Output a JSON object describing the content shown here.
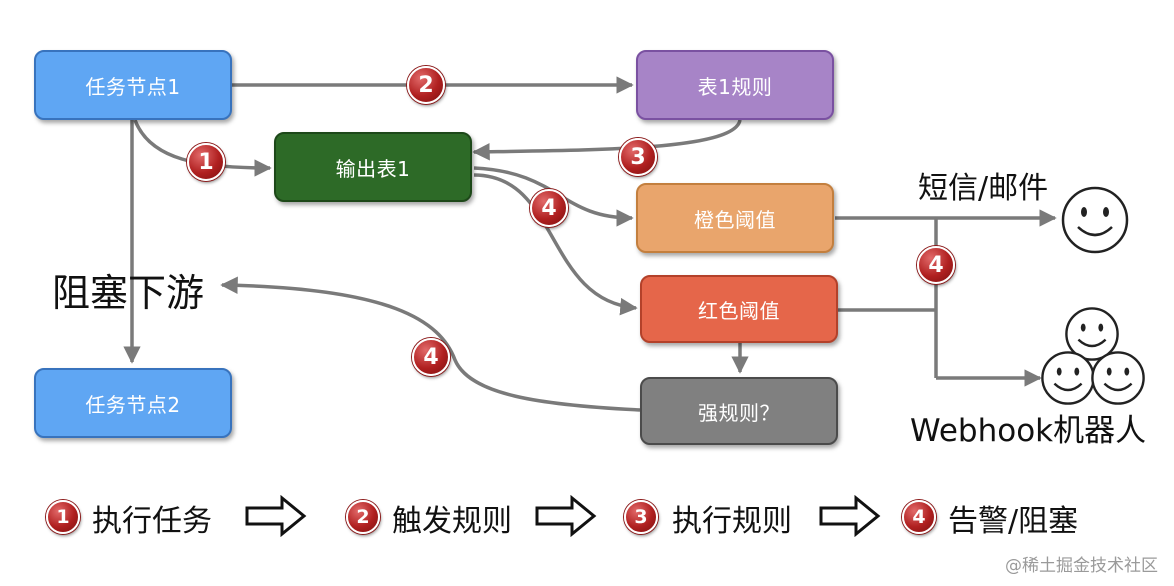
{
  "nodes": {
    "task1": "任务节点1",
    "table_rule": "表1规则",
    "output": "输出表1",
    "orange": "橙色阈值",
    "red": "红色阈值",
    "task2": "任务节点2",
    "strong": "强规则？"
  },
  "labels": {
    "block_downstream": "阻塞下游",
    "sms_email": "短信/邮件",
    "webhook": "Webhook机器人"
  },
  "badges": {
    "one": "1",
    "two": "2",
    "three": "3",
    "four": "4"
  },
  "legend": [
    {
      "num": "1",
      "text": "执行任务"
    },
    {
      "num": "2",
      "text": "触发规则"
    },
    {
      "num": "3",
      "text": "执行规则"
    },
    {
      "num": "4",
      "text": "告警/阻塞"
    }
  ],
  "watermark": "@稀土掘金技术社区",
  "colors": {
    "blue": "#5fa6f3",
    "purple": "#a784c7",
    "green": "#2d6a27",
    "orange": "#e9a56c",
    "red": "#e5664a",
    "gray": "#808080",
    "badge": "#b02020",
    "connector": "#7a7a7a"
  },
  "icons": [
    "smiley-icon",
    "arrow-right-outline-icon"
  ]
}
